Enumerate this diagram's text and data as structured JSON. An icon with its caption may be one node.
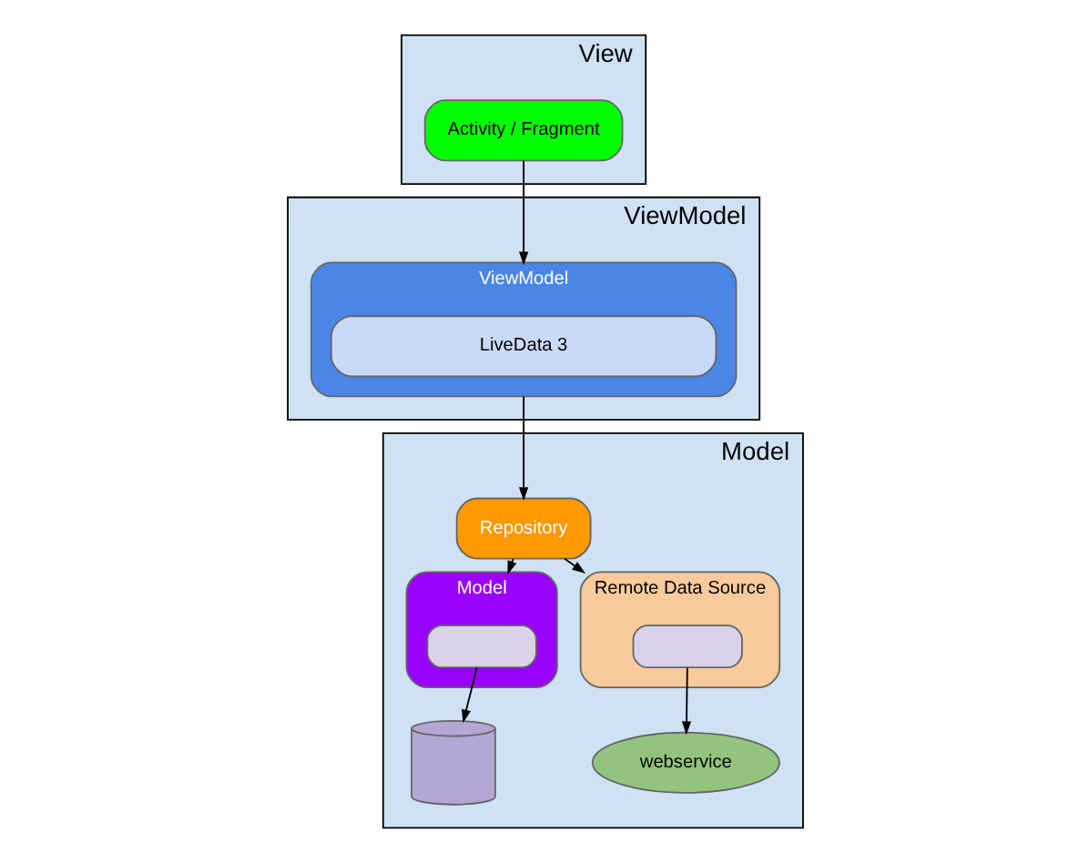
{
  "diagram": {
    "nodes": [
      {
        "text": [
          "View"
        ]
      },
      {
        "text": [
          "Activity / Fragment"
        ],
        "in": 0
      },
      {
        "text": [
          "ViewModel"
        ]
      },
      {
        "text": [
          "ViewModel"
        ],
        "in": 2
      },
      {
        "text": [
          "LiveData 3"
        ],
        "in": 3
      },
      {
        "text": [
          "Model"
        ]
      },
      {
        "text": [
          "Repository"
        ],
        "in": 5
      },
      {
        "text": [
          "Model"
        ],
        "in": 5
      },
      {
        "text": [],
        "shape": "box",
        "in": 7
      },
      {
        "text": [
          "Remote Data Source"
        ],
        "in": 5
      },
      {
        "text": [],
        "shape": "box",
        "in": 9
      },
      {
        "text": [],
        "shape": "cylinder",
        "in": 5
      },
      {
        "text": [
          "webservice"
        ],
        "in": 5
      }
    ],
    "edges": [
      {
        "from": 1,
        "to": 3,
        "arrow": "to"
      },
      {
        "from": 3,
        "to": 6,
        "arrow": "to"
      },
      {
        "from": 6,
        "to": 7,
        "arrow": "to"
      },
      {
        "from": 6,
        "to": 9,
        "arrow": "to"
      },
      {
        "from": 8,
        "to": 11,
        "arrow": "to"
      },
      {
        "from": 10,
        "to": 12,
        "arrow": "to"
      }
    ]
  }
}
